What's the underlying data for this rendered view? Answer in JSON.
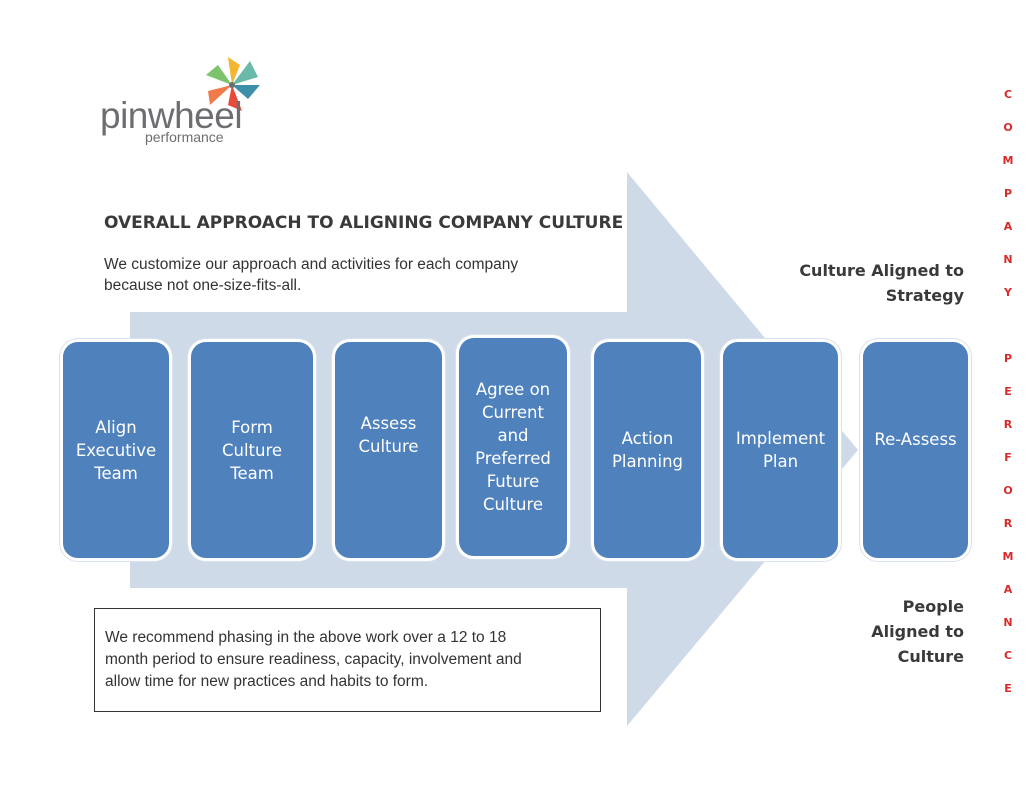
{
  "logo": {
    "name": "pinwheel",
    "subtitle": "performance"
  },
  "heading": "OVERALL APPROACH TO  ALIGNING COMPANY CULTURE",
  "intro": {
    "line1": "We customize our approach and activities for each company",
    "line2": "because not one-size-fits-all."
  },
  "outcome_top": {
    "line1": "Culture Aligned to",
    "line2": "Strategy"
  },
  "outcome_bottom": {
    "line1": "People",
    "line2": "Aligned to",
    "line3": "Culture"
  },
  "steps": [
    {
      "lines": [
        "Align",
        "Executive",
        "Team"
      ]
    },
    {
      "lines": [
        "Form",
        "Culture",
        "Team"
      ]
    },
    {
      "lines": [
        "Assess",
        "Culture"
      ]
    },
    {
      "lines": [
        "Agree on",
        "Current",
        "and",
        "Preferred",
        "Future",
        "Culture"
      ]
    },
    {
      "lines": [
        "Action",
        "Planning"
      ]
    },
    {
      "lines": [
        "Implement",
        "Plan"
      ]
    },
    {
      "lines": [
        "Re-Assess"
      ]
    }
  ],
  "note": {
    "line1": "We recommend phasing in the above work over a 12 to 18",
    "line2": "month period to ensure readiness, capacity, involvement and",
    "line3": "allow time for new practices and habits to form."
  },
  "vertical_text": {
    "word1": [
      "C",
      "O",
      "M",
      "P",
      "A",
      "N",
      "Y"
    ],
    "word2": [
      "P",
      "E",
      "R",
      "F",
      "O",
      "R",
      "M",
      "A",
      "N",
      "C",
      "E"
    ]
  },
  "colors": {
    "step_fill": "#4f81bd",
    "arrow_fill": "#cfdae9",
    "vertical_text": "#d62b2b"
  }
}
